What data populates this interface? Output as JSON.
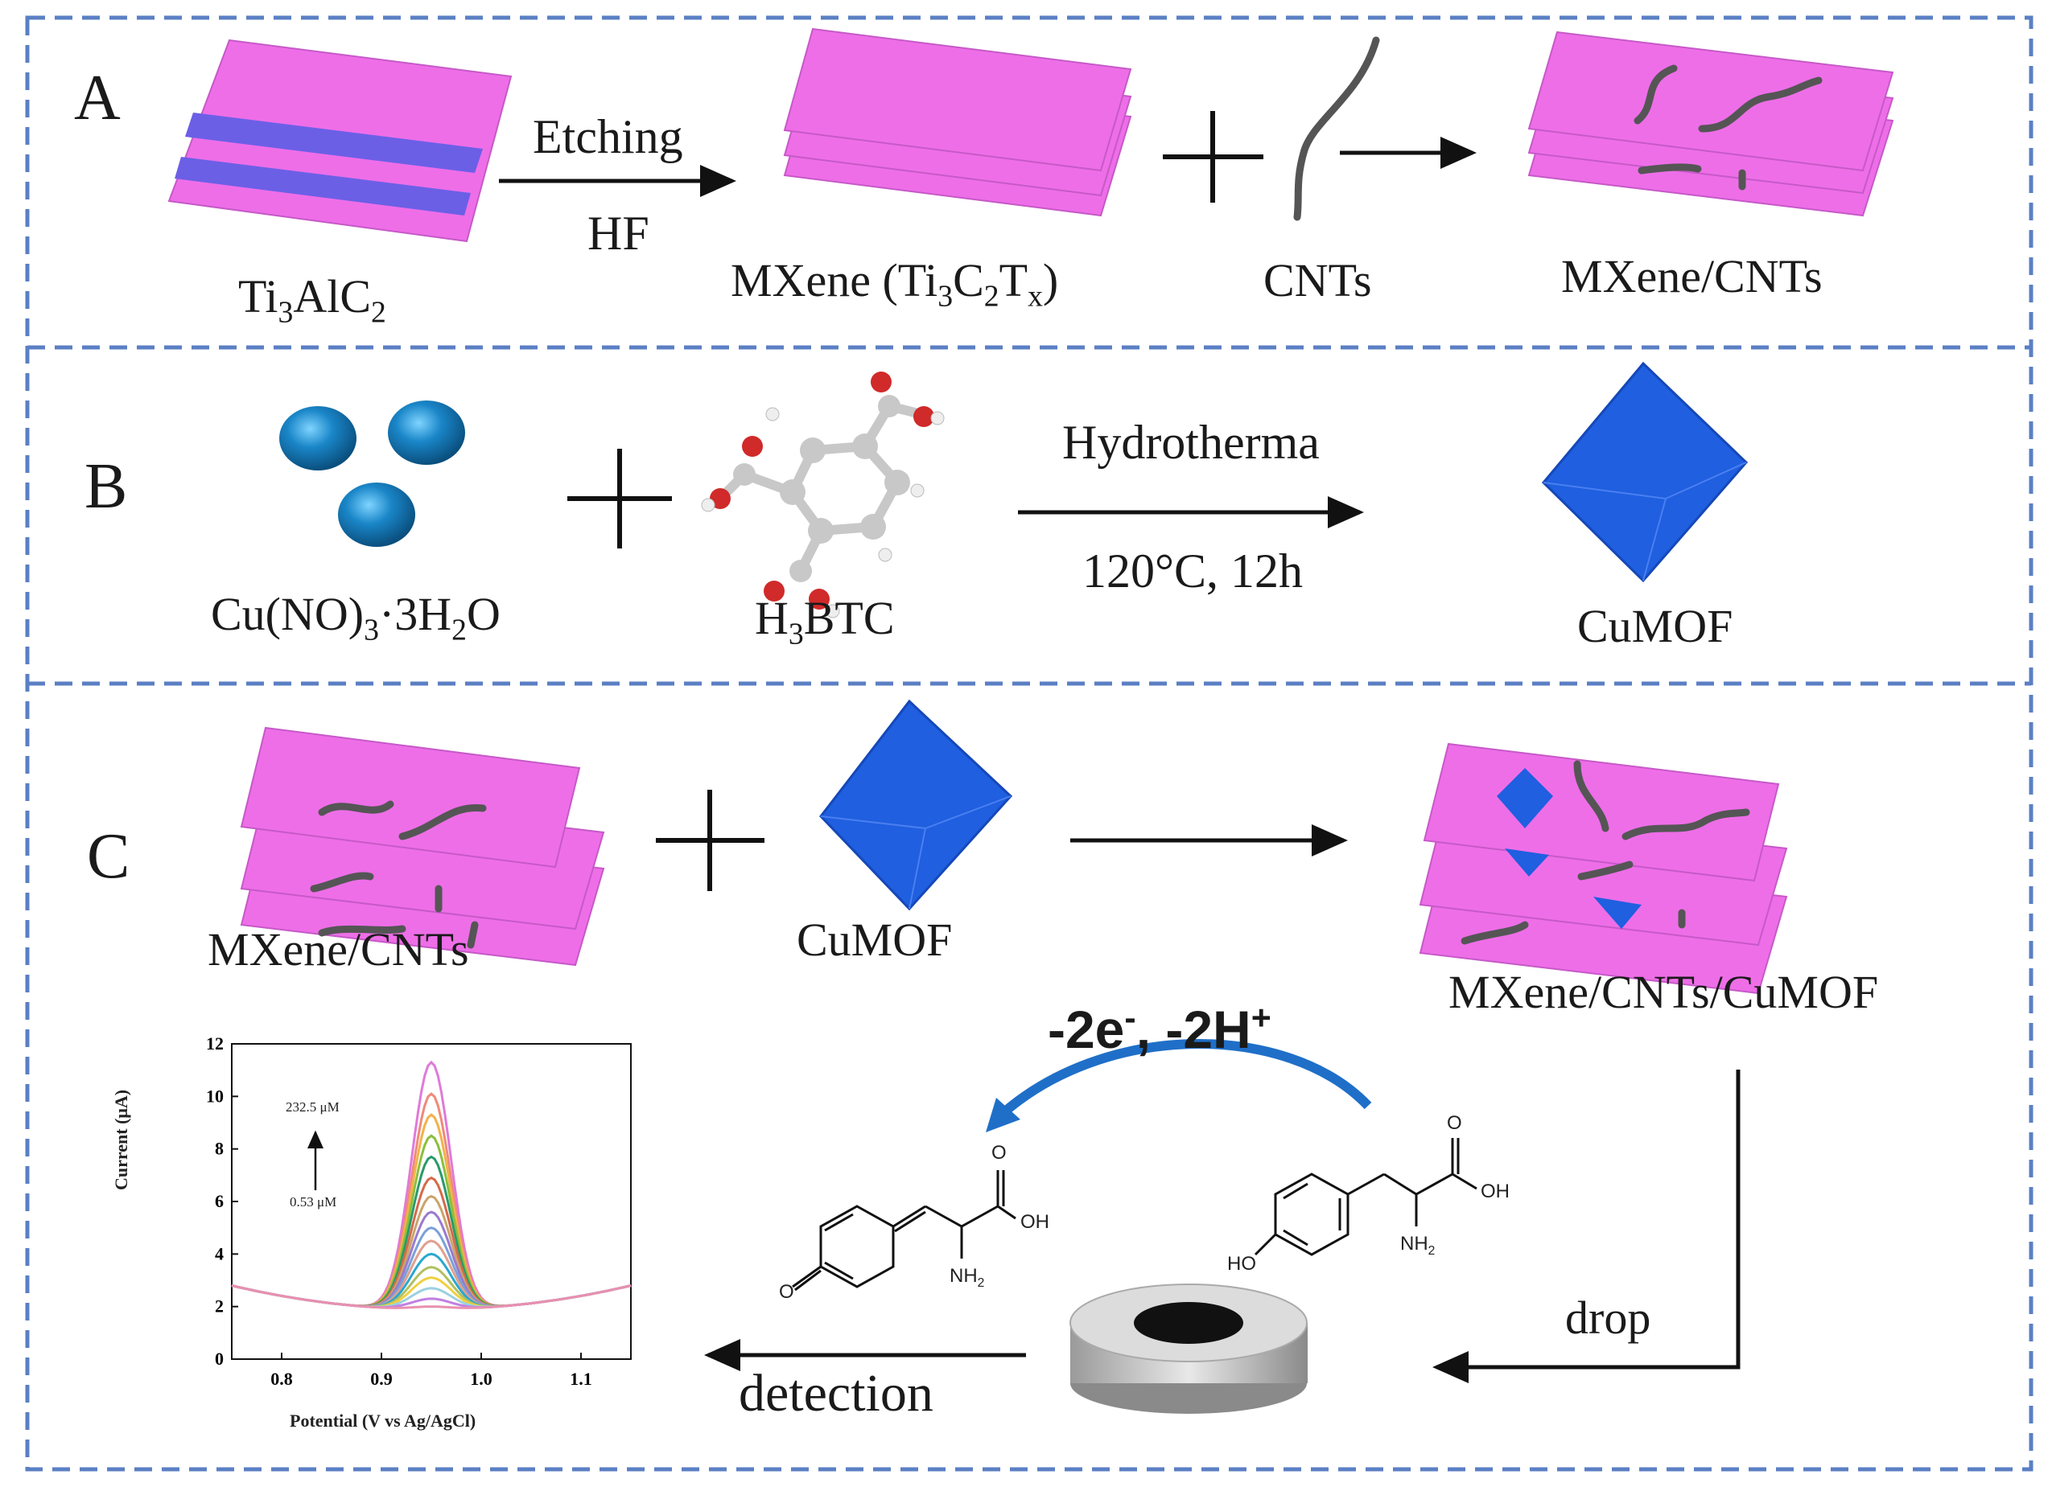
{
  "panels": {
    "a": {
      "letter": "A",
      "ti3alc2": "Ti3AlC2",
      "etching": "Etching",
      "hf": "HF",
      "mxene": "MXene (Ti3C2Tx)",
      "cnts": "CNTs",
      "mxene_cnts": "MXene/CNTs"
    },
    "b": {
      "letter": "B",
      "cu_salt": "Cu(NO)3·3H2O",
      "h3btc": "H3BTC",
      "hydrotherma": "Hydrotherma",
      "conditions": "120°C, 12h",
      "cumof": "CuMOF"
    },
    "c": {
      "letter": "C",
      "mxene_cnts": "MXene/CNTs",
      "cumof": "CuMOF",
      "product": "MXene/CNTs/CuMOF",
      "reaction": "-2e-, -2H+",
      "drop": "drop",
      "detection": "detection",
      "molecule_left": {
        "o_top": "O",
        "oh": "OH",
        "nh2": "NH2",
        "o_ring": "O"
      },
      "molecule_right": {
        "o_top": "O",
        "oh": "OH",
        "nh2": "NH2",
        "ho": "HO"
      }
    }
  },
  "colors": {
    "sheet": "#ee6ee8",
    "sheet_edge": "#c659c7",
    "al_layer": "#6b5fe6",
    "mof": "#1f5fe0",
    "sphere": "#1a86c8",
    "border": "#5b7fc4",
    "cnt": "#555555"
  },
  "chart_data": {
    "type": "line",
    "xlabel": "Potential (V vs Ag/AgCl)",
    "ylabel": "Current (μA)",
    "xlim": [
      0.75,
      1.15
    ],
    "ylim": [
      0,
      12
    ],
    "xticks": [
      "0.8",
      "0.9",
      "1.0",
      "1.1"
    ],
    "yticks": [
      "0",
      "2",
      "4",
      "6",
      "8",
      "10",
      "12"
    ],
    "annotation_top": "232.5 μM",
    "annotation_bottom": "0.53 μM",
    "peak_potential": 0.95,
    "series": [
      {
        "color": "#e07ad8",
        "peak": 11.6
      },
      {
        "color": "#f08a7a",
        "peak": 10.4
      },
      {
        "color": "#f2b24a",
        "peak": 9.6
      },
      {
        "color": "#8bbf3c",
        "peak": 8.8
      },
      {
        "color": "#2a9a6a",
        "peak": 8.0
      },
      {
        "color": "#d66a4a",
        "peak": 7.2
      },
      {
        "color": "#c9a46a",
        "peak": 6.5
      },
      {
        "color": "#9a7ad0",
        "peak": 5.9
      },
      {
        "color": "#7aa0d8",
        "peak": 5.3
      },
      {
        "color": "#e0a090",
        "peak": 4.8
      },
      {
        "color": "#28a8d0",
        "peak": 4.3
      },
      {
        "color": "#b0c060",
        "peak": 3.8
      },
      {
        "color": "#f0d040",
        "peak": 3.4
      },
      {
        "color": "#9cd0e0",
        "peak": 3.0
      },
      {
        "color": "#c080e0",
        "peak": 2.6
      },
      {
        "color": "#e890b0",
        "peak": 2.3
      }
    ]
  }
}
